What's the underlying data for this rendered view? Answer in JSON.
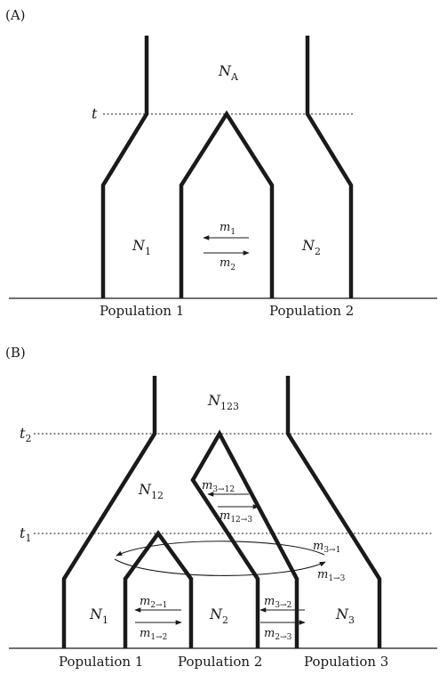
{
  "panel_a": {
    "label": "(A)",
    "time_label": "t",
    "ancestral": {
      "symbol": "N",
      "sub": "A"
    },
    "pop1_size": {
      "symbol": "N",
      "sub": "1"
    },
    "pop2_size": {
      "symbol": "N",
      "sub": "2"
    },
    "m1": {
      "symbol": "m",
      "sub": "1"
    },
    "m2": {
      "symbol": "m",
      "sub": "2"
    },
    "pop1_name": "Population 1",
    "pop2_name": "Population 2"
  },
  "panel_b": {
    "label": "(B)",
    "t2_label": {
      "symbol": "t",
      "sub": "2"
    },
    "t1_label": {
      "symbol": "t",
      "sub": "1"
    },
    "n123": {
      "symbol": "N",
      "sub": "123"
    },
    "n12": {
      "symbol": "N",
      "sub": "12"
    },
    "n1": {
      "symbol": "N",
      "sub": "1"
    },
    "n2": {
      "symbol": "N",
      "sub": "2"
    },
    "n3": {
      "symbol": "N",
      "sub": "3"
    },
    "m3_12": {
      "symbol": "m",
      "sub": "3→12"
    },
    "m12_3": {
      "symbol": "m",
      "sub": "12→3"
    },
    "m3_1": {
      "symbol": "m",
      "sub": "3→1"
    },
    "m1_3": {
      "symbol": "m",
      "sub": "1→3"
    },
    "m2_1": {
      "symbol": "m",
      "sub": "2→1"
    },
    "m1_2": {
      "symbol": "m",
      "sub": "1→2"
    },
    "m3_2": {
      "symbol": "m",
      "sub": "3→2"
    },
    "m2_3": {
      "symbol": "m",
      "sub": "2→3"
    },
    "pop1_name": "Population 1",
    "pop2_name": "Population 2",
    "pop3_name": "Population 3"
  }
}
